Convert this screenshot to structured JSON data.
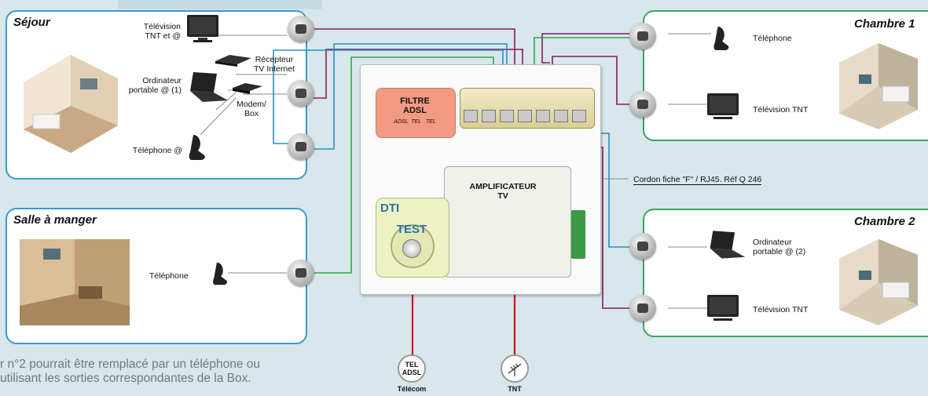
{
  "rooms": {
    "sejour": {
      "title": "Séjour",
      "tv_label": "Télévision\nTNT et @",
      "receiver_label": "Récepteur\nTV Internet",
      "laptop_label": "Ordinateur\nportable @ (1)",
      "modem_label": "Modem/\nBox",
      "phone_label": "Téléphone @"
    },
    "salle": {
      "title": "Salle à manger",
      "phone_label": "Téléphone"
    },
    "chambre1": {
      "title": "Chambre 1",
      "phone_label": "Téléphone",
      "tv_label": "Télévision TNT"
    },
    "chambre2": {
      "title": "Chambre 2",
      "laptop_label": "Ordinateur\nportable @ (2)",
      "tv_label": "Télévision TNT"
    }
  },
  "panel": {
    "filtre_label": "FILTRE\nADSL",
    "filtre_ports": "ADSL  TEL   TEL",
    "ampli_label": "AMPLIFICATEUR\nTV",
    "dti_label": "DTI",
    "test_label": "TEST",
    "cordon_label": "Cordon fiche \"F\" / RJ45. Réf Q 246"
  },
  "sources": {
    "telecom_badge": "TEL\nADSL",
    "telecom_label": "Télécom",
    "tnt_label": "TNT"
  },
  "footnote": "r n°2 pourrait être remplacé par un téléphone ou\nutilisant les sorties correspondantes de la Box.",
  "colors": {
    "blue_border": "#3a9bc8",
    "green_border": "#3aa75a",
    "wire_purple": "#8b1a5a",
    "wire_green": "#2fa84a",
    "wire_blue": "#2a8fc4",
    "wire_red": "#c8102e",
    "filter_orange": "#f29a82"
  }
}
